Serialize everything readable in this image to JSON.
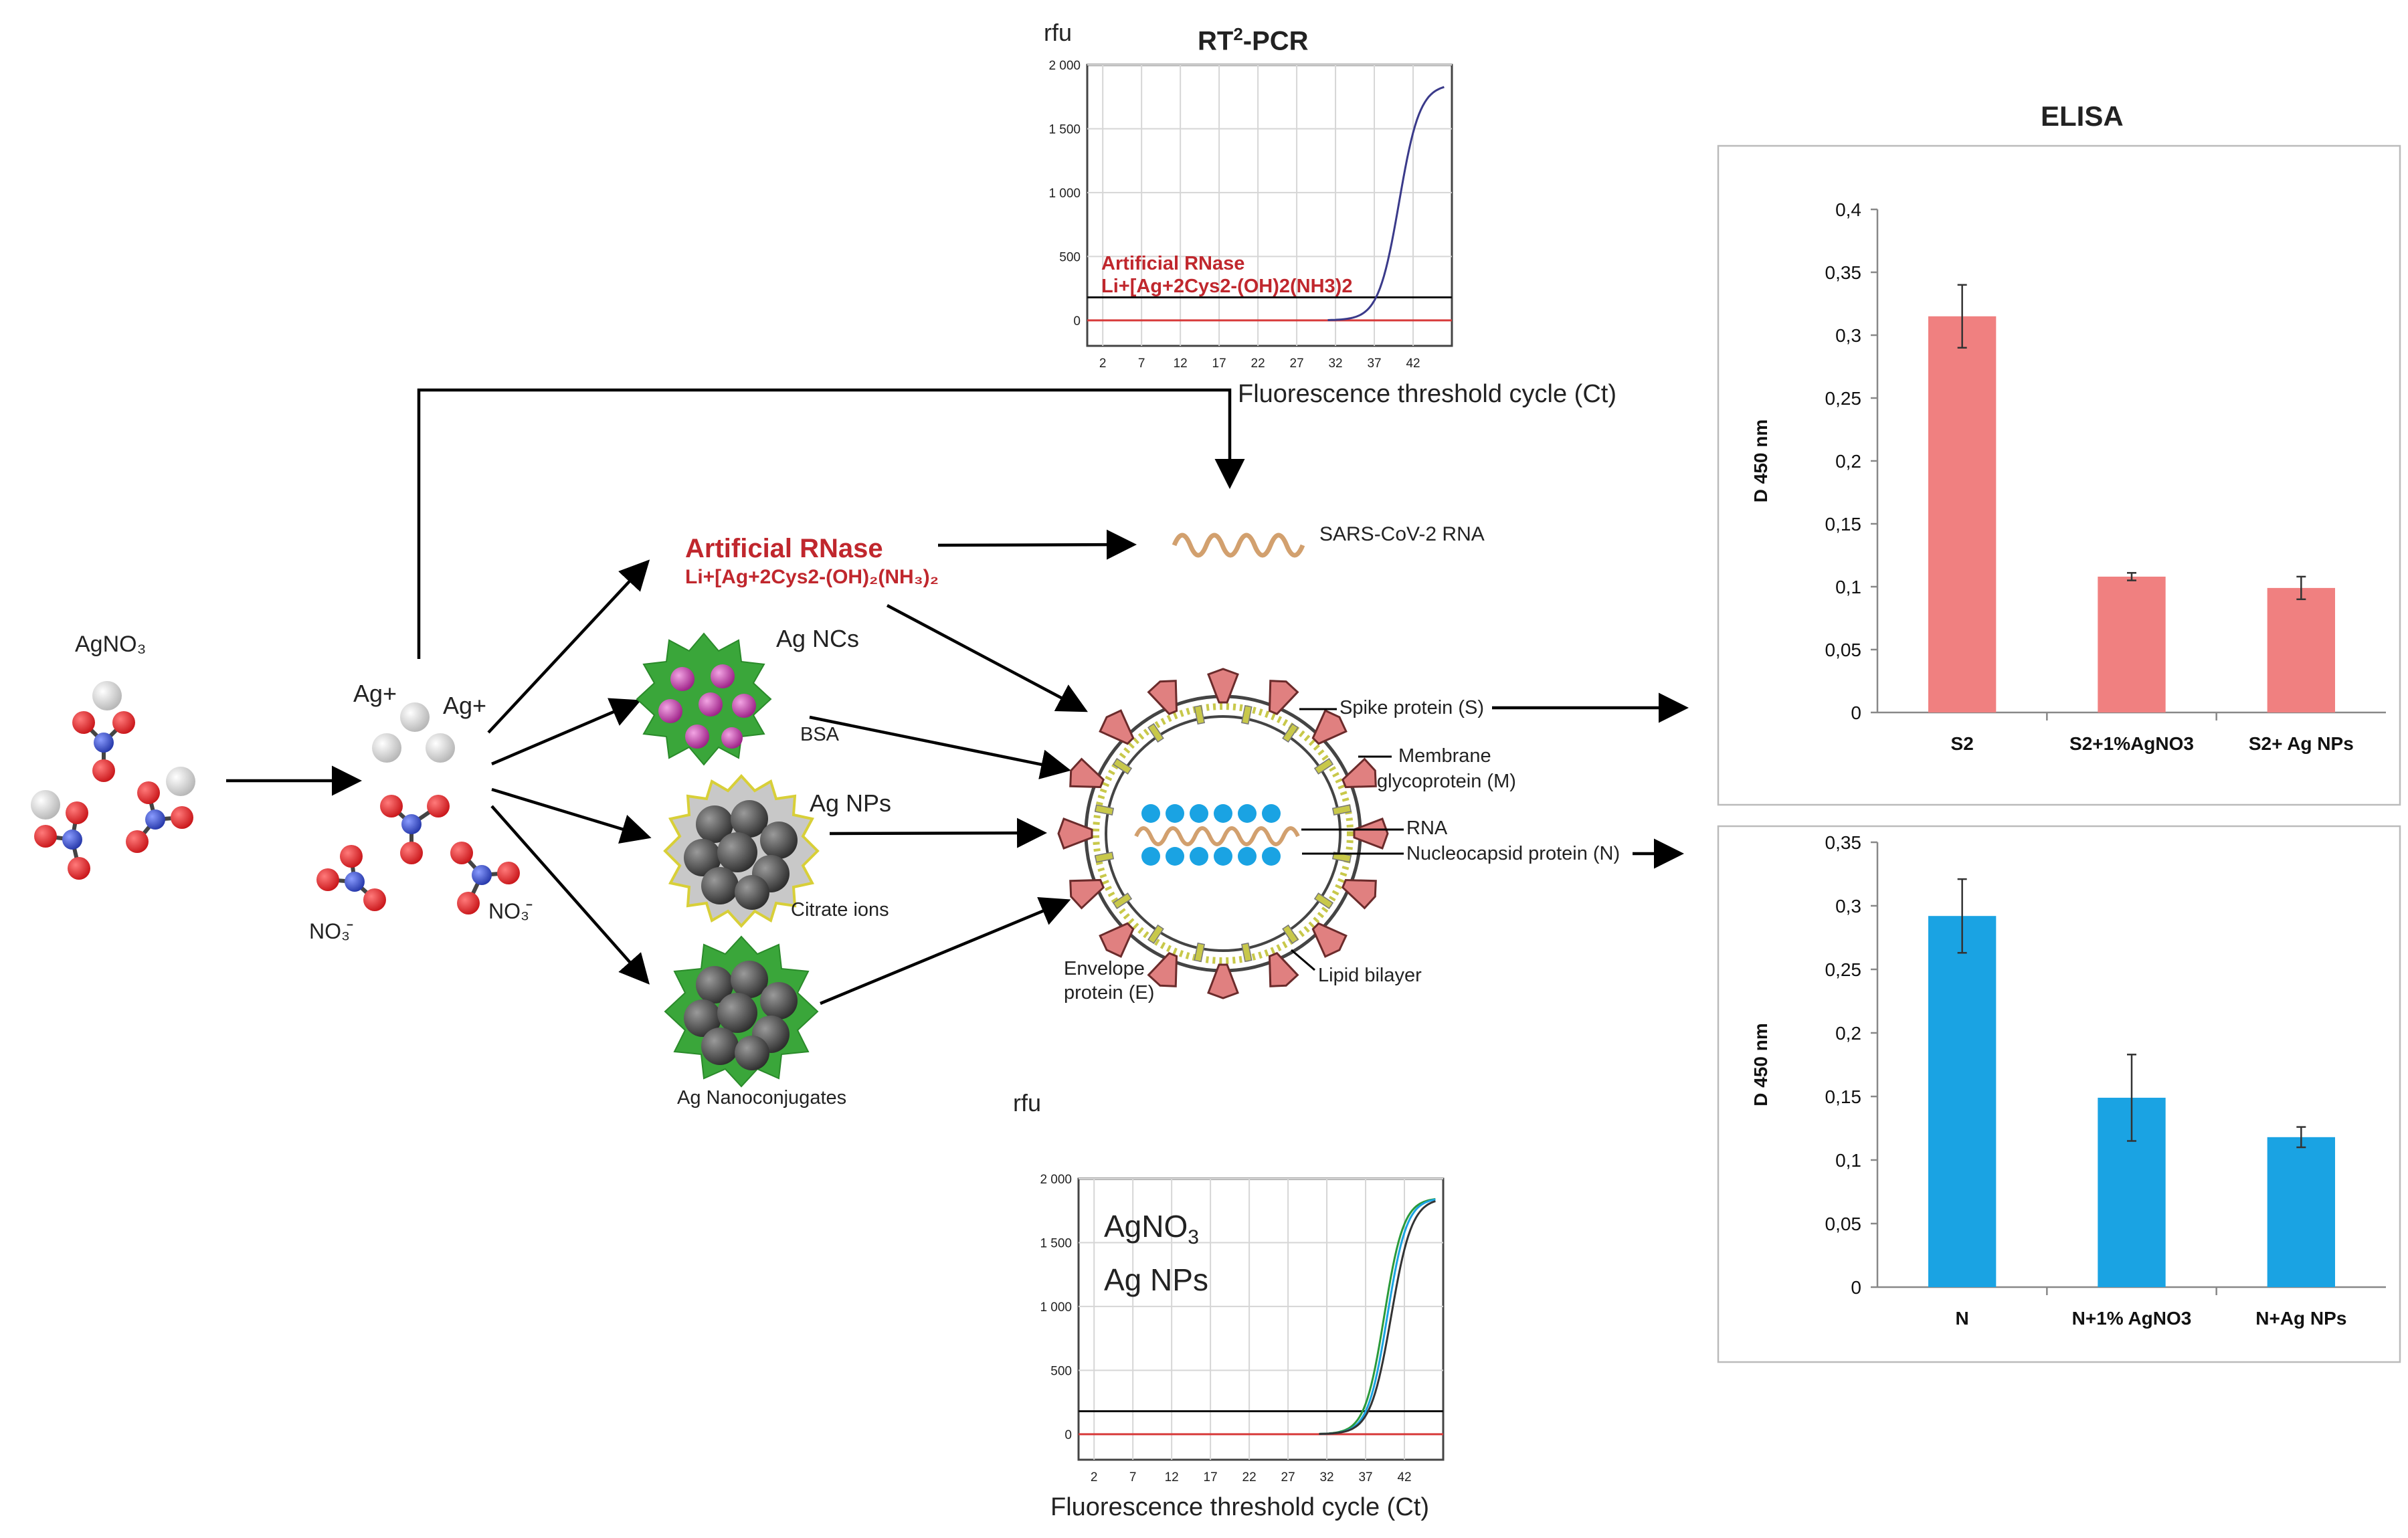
{
  "labels": {
    "agno3_left": "AgNO₃",
    "ag_plus_1": "Ag+",
    "ag_plus_2": "Ag+",
    "no3_1": "NO₃̄",
    "no3_2": "NO₃̄",
    "artificial_rnase": "Artificial RNase",
    "artificial_rnase_formula": "Li+[Ag+2Cys2-(OH)₂(NH₃)₂",
    "ag_ncs": "Ag NCs",
    "bsa": "BSA",
    "ag_nps": "Ag NPs",
    "citrate_ions": "Citrate ions",
    "ag_nanoconjugates": "Ag Nanoconjugates",
    "sars_rna": "SARS-CoV-2 RNA",
    "spike": "Spike protein (S)",
    "membrane_1": "Membrane",
    "membrane_2": "glycoprotein (M)",
    "rna": "RNA",
    "nucleocapsid": "Nucleocapsid protein (N)",
    "envelope_1": "Envelope",
    "envelope_2": "protein (E)",
    "lipid": "Lipid bilayer"
  },
  "pcr_top": {
    "title_rt": "RT",
    "title_sup": "2",
    "title_rest": "-PCR",
    "ylabel": "rfu",
    "xlabel": "Fluorescence threshold cycle (Ct)",
    "legend_1": "Artificial RNase",
    "legend_2": "Li+[Ag+2Cys2-(OH)2(NH3)2",
    "xticks": [
      "2",
      "7",
      "12",
      "17",
      "22",
      "27",
      "32",
      "37",
      "42"
    ],
    "yticks": [
      "0",
      "500",
      "1 000",
      "1 500",
      "2 000"
    ]
  },
  "pcr_bottom": {
    "ylabel": "rfu",
    "xlabel": "Fluorescence threshold cycle (Ct)",
    "legend_1": "AgNO",
    "legend_1_sub": "3",
    "legend_2": "Ag NPs",
    "xticks": [
      "2",
      "7",
      "12",
      "17",
      "22",
      "27",
      "32",
      "37",
      "42"
    ],
    "yticks": [
      "0",
      "500",
      "1 000",
      "1 500",
      "2 000"
    ]
  },
  "chart_data": [
    {
      "type": "bar",
      "title": "ELISA",
      "ylabel": "D 450 nm",
      "categories": [
        "S2",
        "S2+1%AgNO3",
        "S2+ Ag NPs"
      ],
      "values": [
        0.315,
        0.108,
        0.099
      ],
      "errors": [
        0.025,
        0.003,
        0.009
      ],
      "ylim": [
        0,
        0.4
      ],
      "yticks": [
        "0",
        "0,05",
        "0,1",
        "0,15",
        "0,2",
        "0,25",
        "0,3",
        "0,35",
        "0,4"
      ],
      "color": "#f08080"
    },
    {
      "type": "bar",
      "ylabel": "D 450 nm",
      "categories": [
        "N",
        "N+1% AgNO3",
        "N+Ag NPs"
      ],
      "values": [
        0.292,
        0.149,
        0.118
      ],
      "errors": [
        0.029,
        0.034,
        0.008
      ],
      "ylim": [
        0,
        0.35
      ],
      "yticks": [
        "0",
        "0,05",
        "0,1",
        "0,15",
        "0,2",
        "0,25",
        "0,3",
        "0,35"
      ],
      "color": "#1aa3e3"
    }
  ],
  "colors": {
    "accent_red": "#c0272d",
    "oxygen": "#e8262a",
    "nitrogen": "#3a4fc4",
    "silver": "#d9d9d9",
    "green": "#3aa63a",
    "blue_dot": "#1aa3e3",
    "spike": "#e08080"
  }
}
